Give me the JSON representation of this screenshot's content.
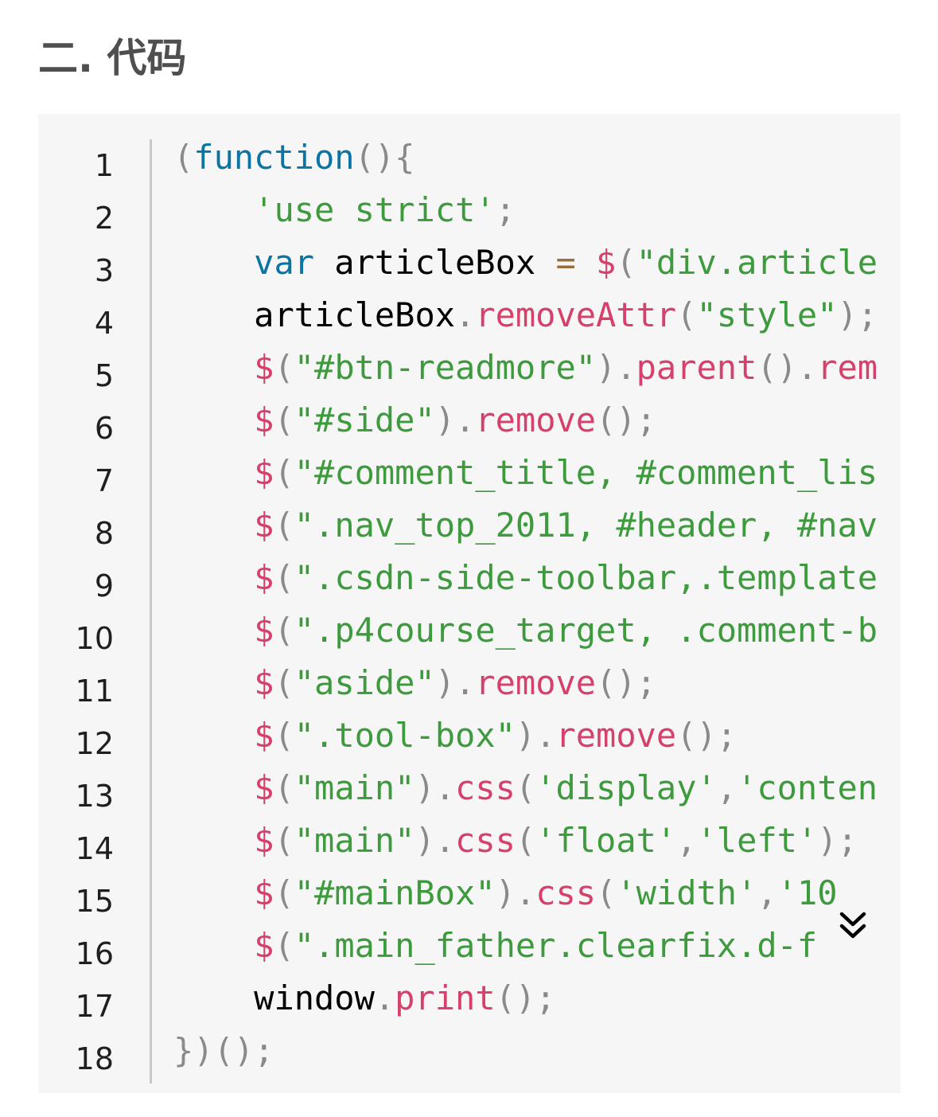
{
  "section": {
    "title": "二. 代码"
  },
  "code": {
    "line_numbers": [
      "1",
      "2",
      "3",
      "4",
      "5",
      "6",
      "7",
      "8",
      "9",
      "10",
      "11",
      "12",
      "13",
      "14",
      "15",
      "16",
      "17",
      "18"
    ],
    "lines": [
      [
        {
          "t": "(",
          "c": "punc"
        },
        {
          "t": "function",
          "c": "kw"
        },
        {
          "t": "(){",
          "c": "punc"
        }
      ],
      [
        {
          "t": "    ",
          "c": "var"
        },
        {
          "t": "'use strict'",
          "c": "str"
        },
        {
          "t": ";",
          "c": "punc"
        }
      ],
      [
        {
          "t": "    ",
          "c": "var"
        },
        {
          "t": "var",
          "c": "kw"
        },
        {
          "t": " articleBox ",
          "c": "var"
        },
        {
          "t": "=",
          "c": "op"
        },
        {
          "t": " ",
          "c": "var"
        },
        {
          "t": "$",
          "c": "fn"
        },
        {
          "t": "(",
          "c": "punc"
        },
        {
          "t": "\"div.article",
          "c": "str"
        }
      ],
      [
        {
          "t": "    ",
          "c": "var"
        },
        {
          "t": "articleBox",
          "c": "var"
        },
        {
          "t": ".",
          "c": "punc"
        },
        {
          "t": "removeAttr",
          "c": "fn"
        },
        {
          "t": "(",
          "c": "punc"
        },
        {
          "t": "\"style\"",
          "c": "str"
        },
        {
          "t": ");",
          "c": "punc"
        }
      ],
      [
        {
          "t": "    ",
          "c": "var"
        },
        {
          "t": "$",
          "c": "fn"
        },
        {
          "t": "(",
          "c": "punc"
        },
        {
          "t": "\"#btn-readmore\"",
          "c": "str"
        },
        {
          "t": ").",
          "c": "punc"
        },
        {
          "t": "parent",
          "c": "fn"
        },
        {
          "t": "().",
          "c": "punc"
        },
        {
          "t": "rem",
          "c": "fn"
        }
      ],
      [
        {
          "t": "    ",
          "c": "var"
        },
        {
          "t": "$",
          "c": "fn"
        },
        {
          "t": "(",
          "c": "punc"
        },
        {
          "t": "\"#side\"",
          "c": "str"
        },
        {
          "t": ").",
          "c": "punc"
        },
        {
          "t": "remove",
          "c": "fn"
        },
        {
          "t": "();",
          "c": "punc"
        }
      ],
      [
        {
          "t": "    ",
          "c": "var"
        },
        {
          "t": "$",
          "c": "fn"
        },
        {
          "t": "(",
          "c": "punc"
        },
        {
          "t": "\"#comment_title, #comment_lis",
          "c": "str"
        }
      ],
      [
        {
          "t": "    ",
          "c": "var"
        },
        {
          "t": "$",
          "c": "fn"
        },
        {
          "t": "(",
          "c": "punc"
        },
        {
          "t": "\".nav_top_2011, #header, #nav",
          "c": "str"
        }
      ],
      [
        {
          "t": "    ",
          "c": "var"
        },
        {
          "t": "$",
          "c": "fn"
        },
        {
          "t": "(",
          "c": "punc"
        },
        {
          "t": "\".csdn-side-toolbar,.template",
          "c": "str"
        }
      ],
      [
        {
          "t": "    ",
          "c": "var"
        },
        {
          "t": "$",
          "c": "fn"
        },
        {
          "t": "(",
          "c": "punc"
        },
        {
          "t": "\".p4course_target, .comment-b",
          "c": "str"
        }
      ],
      [
        {
          "t": "    ",
          "c": "var"
        },
        {
          "t": "$",
          "c": "fn"
        },
        {
          "t": "(",
          "c": "punc"
        },
        {
          "t": "\"aside\"",
          "c": "str"
        },
        {
          "t": ").",
          "c": "punc"
        },
        {
          "t": "remove",
          "c": "fn"
        },
        {
          "t": "();",
          "c": "punc"
        }
      ],
      [
        {
          "t": "    ",
          "c": "var"
        },
        {
          "t": "$",
          "c": "fn"
        },
        {
          "t": "(",
          "c": "punc"
        },
        {
          "t": "\".tool-box\"",
          "c": "str"
        },
        {
          "t": ").",
          "c": "punc"
        },
        {
          "t": "remove",
          "c": "fn"
        },
        {
          "t": "();",
          "c": "punc"
        }
      ],
      [
        {
          "t": "    ",
          "c": "var"
        },
        {
          "t": "$",
          "c": "fn"
        },
        {
          "t": "(",
          "c": "punc"
        },
        {
          "t": "\"main\"",
          "c": "str"
        },
        {
          "t": ").",
          "c": "punc"
        },
        {
          "t": "css",
          "c": "fn"
        },
        {
          "t": "(",
          "c": "punc"
        },
        {
          "t": "'display'",
          "c": "str"
        },
        {
          "t": ",",
          "c": "punc"
        },
        {
          "t": "'conten",
          "c": "str"
        }
      ],
      [
        {
          "t": "    ",
          "c": "var"
        },
        {
          "t": "$",
          "c": "fn"
        },
        {
          "t": "(",
          "c": "punc"
        },
        {
          "t": "\"main\"",
          "c": "str"
        },
        {
          "t": ").",
          "c": "punc"
        },
        {
          "t": "css",
          "c": "fn"
        },
        {
          "t": "(",
          "c": "punc"
        },
        {
          "t": "'float'",
          "c": "str"
        },
        {
          "t": ",",
          "c": "punc"
        },
        {
          "t": "'left'",
          "c": "str"
        },
        {
          "t": ");",
          "c": "punc"
        }
      ],
      [
        {
          "t": "    ",
          "c": "var"
        },
        {
          "t": "$",
          "c": "fn"
        },
        {
          "t": "(",
          "c": "punc"
        },
        {
          "t": "\"#mainBox\"",
          "c": "str"
        },
        {
          "t": ").",
          "c": "punc"
        },
        {
          "t": "css",
          "c": "fn"
        },
        {
          "t": "(",
          "c": "punc"
        },
        {
          "t": "'width'",
          "c": "str"
        },
        {
          "t": ",",
          "c": "punc"
        },
        {
          "t": "'10",
          "c": "str"
        }
      ],
      [
        {
          "t": "    ",
          "c": "var"
        },
        {
          "t": "$",
          "c": "fn"
        },
        {
          "t": "(",
          "c": "punc"
        },
        {
          "t": "\".main_father.clearfix.d-f",
          "c": "str"
        }
      ],
      [
        {
          "t": "    ",
          "c": "var"
        },
        {
          "t": "window",
          "c": "var"
        },
        {
          "t": ".",
          "c": "punc"
        },
        {
          "t": "print",
          "c": "fn"
        },
        {
          "t": "();",
          "c": "punc"
        }
      ],
      [
        {
          "t": "})();",
          "c": "punc"
        }
      ]
    ]
  },
  "expand_button": {
    "icon": "chevrons-down-icon",
    "color": "#000000"
  },
  "colors": {
    "keyword": "#0b74a3",
    "string": "#3d9a3d",
    "function": "#d6416c",
    "punctuation": "#8a8a8a",
    "operator": "#9a6e3a",
    "background": "#f6f6f6"
  }
}
